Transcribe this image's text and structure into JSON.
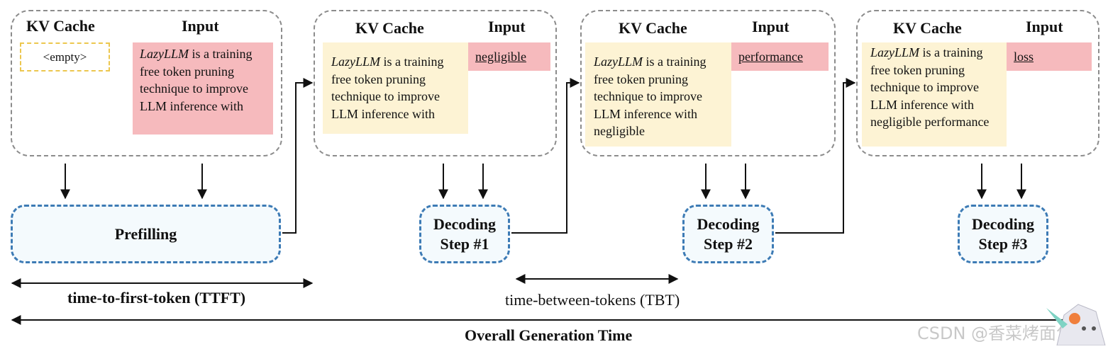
{
  "panels": [
    {
      "cache_header": "KV Cache",
      "input_header": "Input",
      "cache_empty": "<empty>",
      "input_italic": "LazyLLM",
      "input_rest": " is a training free token pruning technique to improve LLM inference with"
    },
    {
      "cache_header": "KV Cache",
      "input_header": "Input",
      "cache_italic": "LazyLLM",
      "cache_rest": " is a training free token pruning technique to improve LLM inference with",
      "input_token": "negligible"
    },
    {
      "cache_header": "KV Cache",
      "input_header": "Input",
      "cache_italic": "LazyLLM",
      "cache_rest": " is a training free token pruning technique to improve LLM inference with negligible",
      "input_token": "performance"
    },
    {
      "cache_header": "KV Cache",
      "input_header": "Input",
      "cache_italic": "LazyLLM",
      "cache_rest": " is a training free token pruning technique to improve LLM inference with negligible performance",
      "input_token": "loss"
    }
  ],
  "stages": {
    "prefill": "Prefilling",
    "decode1_line1": "Decoding",
    "decode1_line2": "Step #1",
    "decode2_line1": "Decoding",
    "decode2_line2": "Step #2",
    "decode3_line1": "Decoding",
    "decode3_line2": "Step #3"
  },
  "timing": {
    "ttft": "time-to-first-token (TTFT)",
    "tbt": "time-between-tokens (TBT)",
    "overall": "Overall Generation Time"
  },
  "watermark": "CSDN @香菜烤面包",
  "colors": {
    "input_bg": "#f6babd",
    "cache_bg": "#fdf3d4",
    "stage_border": "#3d7bb5",
    "panel_border": "#8c8c8c"
  }
}
